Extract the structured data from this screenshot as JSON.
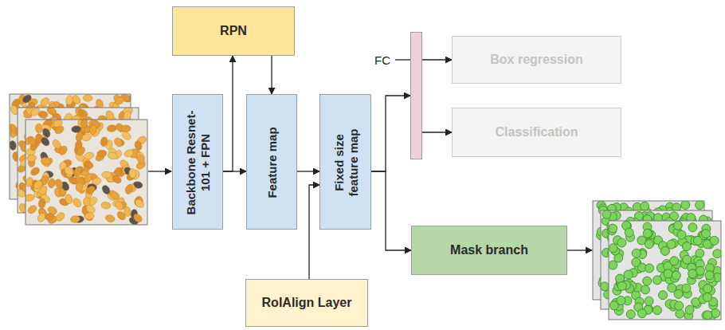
{
  "diagram": {
    "nodes": [
      {
        "text": [
          "RPN"
        ]
      },
      {
        "text": [
          "Backbone Resnet-101 + FPN"
        ]
      },
      {
        "text": [
          "Feature map"
        ]
      },
      {
        "text": [
          "Fixed size feature map"
        ]
      },
      {
        "text": [
          "FC"
        ]
      },
      {
        "text": [
          "Box regression"
        ]
      },
      {
        "text": [
          "Classification"
        ]
      },
      {
        "text": [
          "Mask branch"
        ]
      },
      {
        "text": [
          "RoIAlign Layer"
        ]
      }
    ],
    "edges": [
      {
        "from": 1,
        "to": 0,
        "arrow": "to"
      },
      {
        "from": 1,
        "to": 2,
        "arrow": "to"
      },
      {
        "from": 0,
        "to": 2,
        "arrow": "to"
      },
      {
        "from": 2,
        "to": 3,
        "arrow": "to"
      },
      {
        "from": 8,
        "to": 3,
        "arrow": "to"
      },
      {
        "from": 3,
        "to": 4,
        "arrow": "to"
      },
      {
        "from": 3,
        "to": 7,
        "arrow": "to"
      },
      {
        "from": 4,
        "to": 5,
        "arrow": "to"
      },
      {
        "from": 4,
        "to": 6,
        "arrow": "to"
      }
    ]
  }
}
